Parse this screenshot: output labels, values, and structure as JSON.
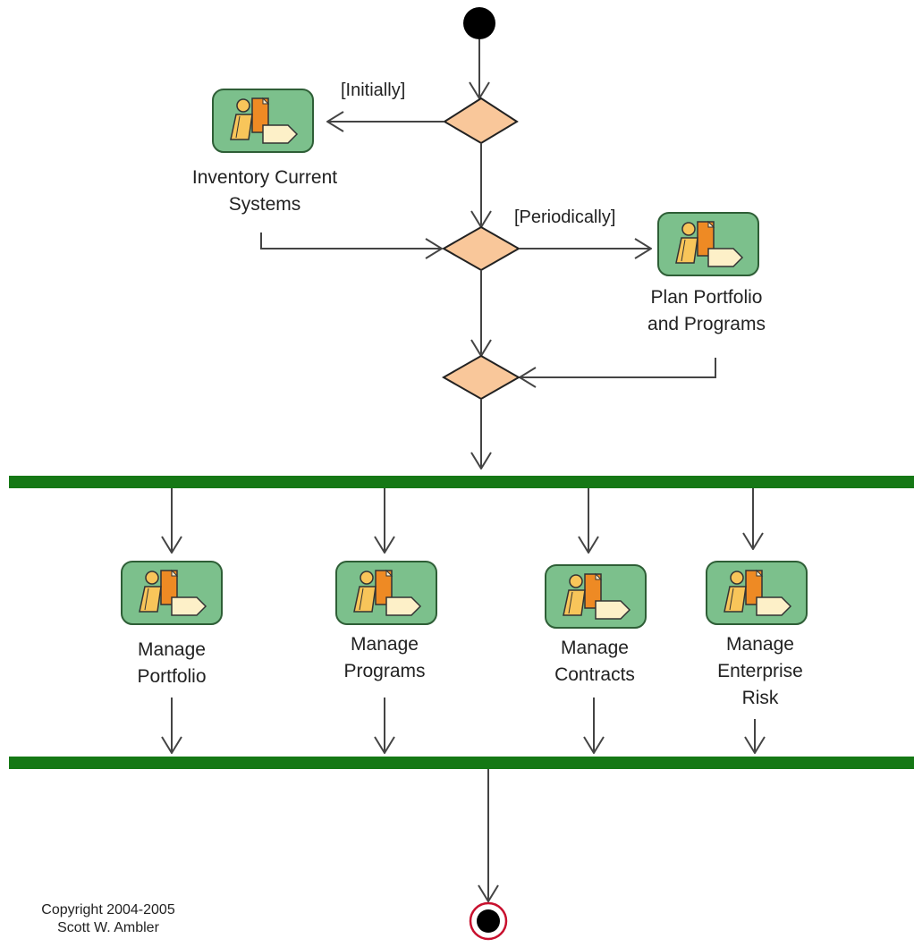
{
  "guards": {
    "initially": "[Initially]",
    "periodically": "[Periodically]"
  },
  "activities": {
    "inventory": {
      "line1": "Inventory Current",
      "line2": "Systems",
      "icon": "activity-icon"
    },
    "plan": {
      "line1": "Plan Portfolio",
      "line2": "and Programs",
      "icon": "activity-icon"
    },
    "portfolio": {
      "line1": "Manage",
      "line2": "Portfolio",
      "icon": "activity-icon"
    },
    "programs": {
      "line1": "Manage",
      "line2": "Programs",
      "icon": "activity-icon"
    },
    "contracts": {
      "line1": "Manage",
      "line2": "Contracts",
      "icon": "activity-icon"
    },
    "risk": {
      "line1": "Manage",
      "line2": "Enterprise",
      "line3": "Risk",
      "icon": "activity-icon"
    }
  },
  "copyright": {
    "line1": "Copyright 2004-2005",
    "line2": "Scott W. Ambler"
  },
  "colors": {
    "activity_fill": "#7cc08c",
    "activity_border": "#2e5e36",
    "decision_fill": "#f9c79a",
    "bar": "#157815",
    "line": "#444444",
    "start_node": "#000000",
    "end_ring": "#c8102e"
  }
}
